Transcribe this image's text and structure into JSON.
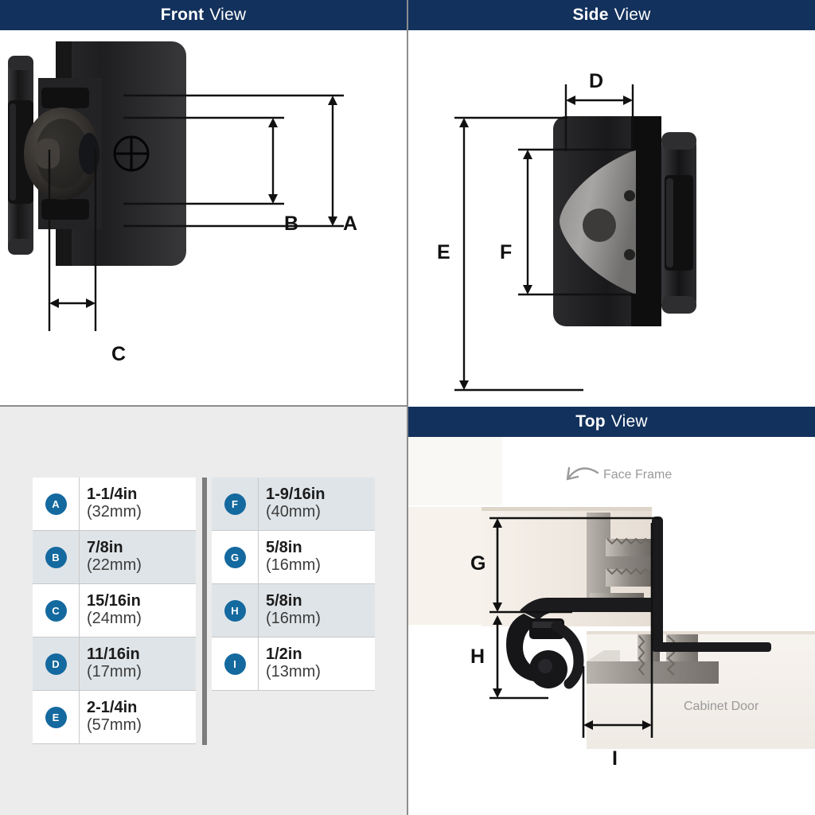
{
  "panels": {
    "front": {
      "title_bold": "Front",
      "title_rest": "View"
    },
    "side": {
      "title_bold": "Side",
      "title_rest": "View"
    },
    "top": {
      "title_bold": "Top",
      "title_rest": "View"
    }
  },
  "front_view": {
    "dimension_labels": [
      "A",
      "B",
      "C"
    ]
  },
  "side_view": {
    "dimension_labels": [
      "D",
      "E",
      "F"
    ]
  },
  "top_view": {
    "dimension_labels": [
      "G",
      "H",
      "I"
    ],
    "annotations": {
      "face_frame": "Face Frame",
      "cabinet_door": "Cabinet Door"
    }
  },
  "dimension_table": {
    "left_column": [
      {
        "key": "A",
        "inches": "1-1/4in",
        "mm": "(32mm)",
        "shaded": false
      },
      {
        "key": "B",
        "inches": "7/8in",
        "mm": "(22mm)",
        "shaded": true
      },
      {
        "key": "C",
        "inches": "15/16in",
        "mm": "(24mm)",
        "shaded": false
      },
      {
        "key": "D",
        "inches": "11/16in",
        "mm": "(17mm)",
        "shaded": true
      },
      {
        "key": "E",
        "inches": "2-1/4in",
        "mm": "(57mm)",
        "shaded": false
      }
    ],
    "right_column": [
      {
        "key": "F",
        "inches": "1-9/16in",
        "mm": "(40mm)",
        "shaded": true
      },
      {
        "key": "G",
        "inches": "5/8in",
        "mm": "(16mm)",
        "shaded": false
      },
      {
        "key": "H",
        "inches": "5/8in",
        "mm": "(16mm)",
        "shaded": true
      },
      {
        "key": "I",
        "inches": "1/2in",
        "mm": "(13mm)",
        "shaded": false
      }
    ]
  },
  "colors": {
    "header_navy": "#12315c",
    "badge_blue": "#14699f",
    "table_shade": "#dfe4e8",
    "panel_gray": "#ececec",
    "annotation_gray": "#9a9a9a"
  }
}
